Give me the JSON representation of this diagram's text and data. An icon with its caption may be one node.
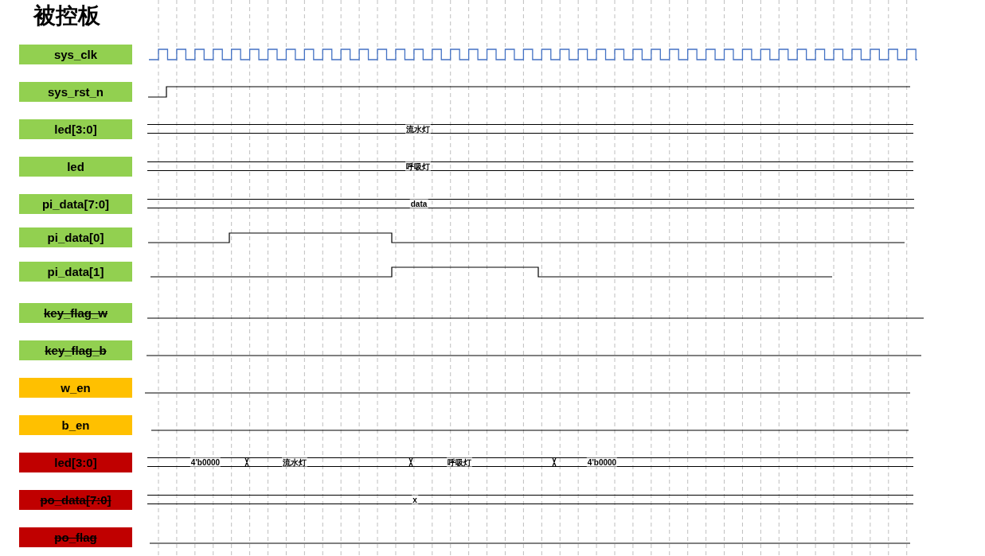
{
  "diagram": {
    "title": "被控板",
    "nodes": [
      {
        "text": [
          "sys_clk"
        ]
      },
      {
        "text": [
          "sys_rst_n"
        ]
      },
      {
        "text": [
          "led[3:0]"
        ]
      },
      {
        "text": [
          "led"
        ]
      },
      {
        "text": [
          "pi_data[7:0]"
        ]
      },
      {
        "text": [
          "pi_data[0]"
        ]
      },
      {
        "text": [
          "pi_data[1]"
        ]
      },
      {
        "text": [
          "key_flag_w"
        ]
      },
      {
        "text": [
          "key_flag_b"
        ]
      },
      {
        "text": [
          "w_en"
        ]
      },
      {
        "text": [
          "b_en"
        ]
      },
      {
        "text": [
          "led[3:0]"
        ]
      },
      {
        "text": [
          "po_data[7:0]"
        ]
      },
      {
        "text": [
          "po_flag"
        ]
      }
    ],
    "labels": [
      "流水灯",
      "呼吸灯",
      "data",
      "4'b0000",
      "流水灯",
      "呼吸灯",
      "4'b0000",
      "x"
    ]
  }
}
